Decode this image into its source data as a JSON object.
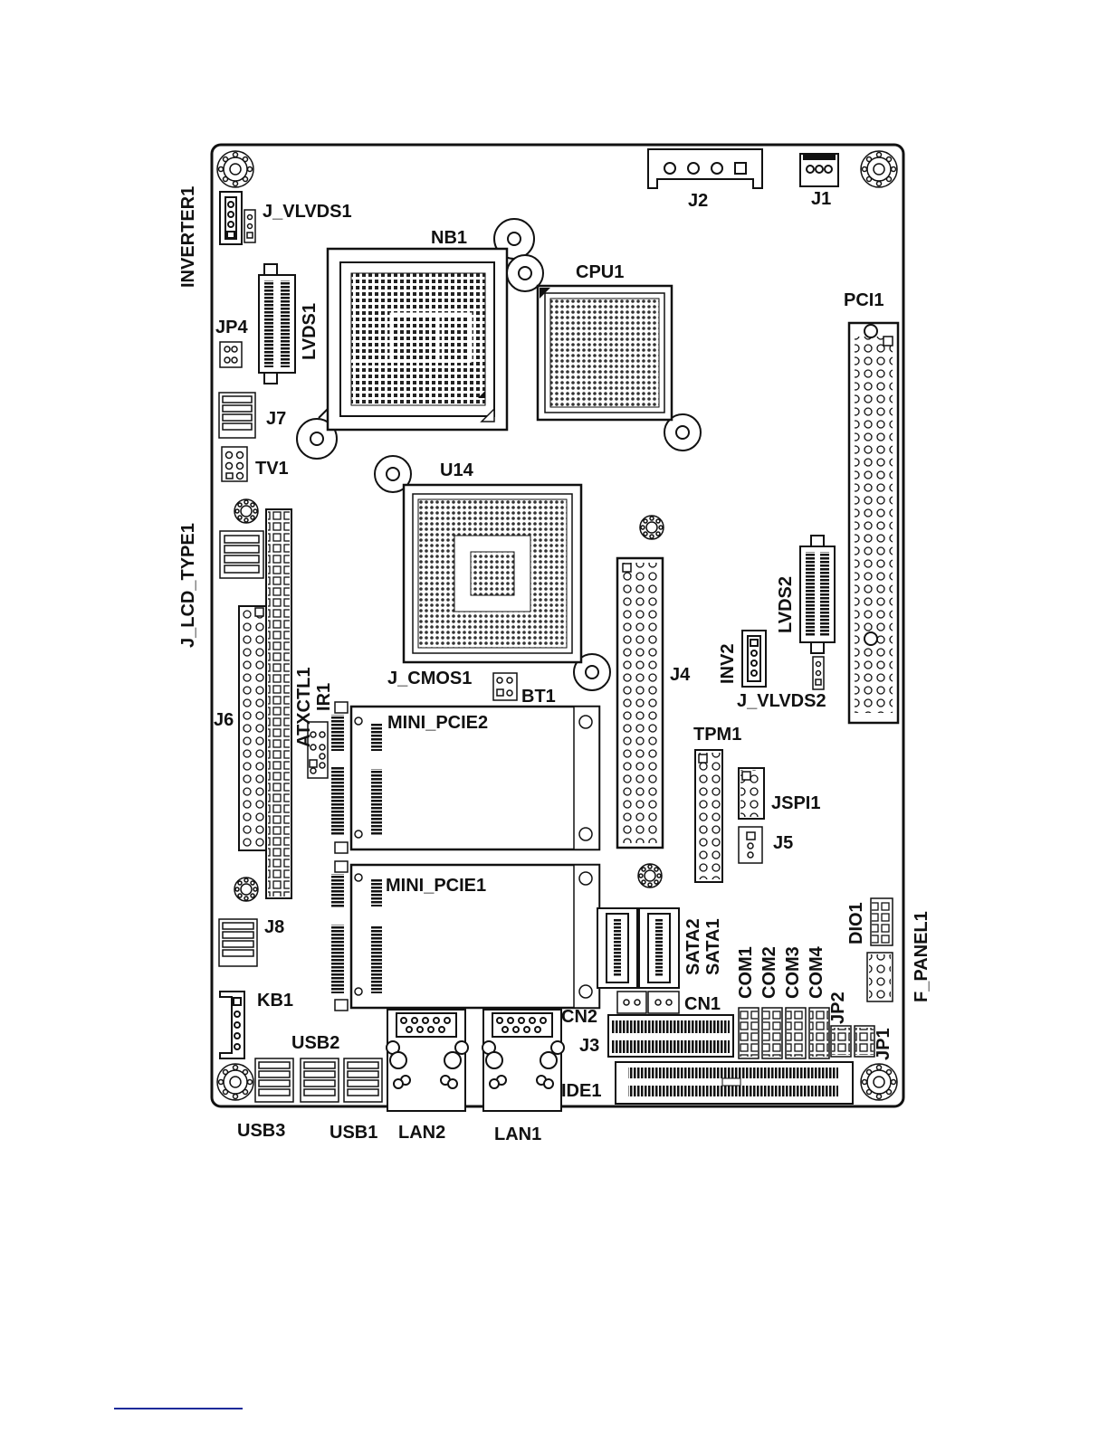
{
  "board": {
    "labels": {
      "inverter1": "INVERTER1",
      "j_vlvds1": "J_VLVDS1",
      "j2": "J2",
      "j1": "J1",
      "nb1": "NB1",
      "cpu1": "CPU1",
      "pci1": "PCI1",
      "jp4": "JP4",
      "lvds1": "LVDS1",
      "j7": "J7",
      "tv1": "TV1",
      "u14": "U14",
      "j_lcd_type1": "J_LCD_TYPE1",
      "lvds2": "LVDS2",
      "inv2": "INV2",
      "j4": "J4",
      "j_vlvds2": "J_VLVDS2",
      "atxctl1": "ATXCTL1",
      "ir1": "IR1",
      "j_cmos1": "J_CMOS1",
      "bt1": "BT1",
      "j6": "J6",
      "mini_pcie2": "MINI_PCIE2",
      "tpm1": "TPM1",
      "jspi1": "JSPI1",
      "j5": "J5",
      "mini_pcie1": "MINI_PCIE1",
      "j8": "J8",
      "sata2": "SATA2",
      "sata1": "SATA1",
      "com1": "COM1",
      "com2": "COM2",
      "com3": "COM3",
      "com4": "COM4",
      "dio1": "DIO1",
      "f_panel1": "F_PANEL1",
      "jp2": "JP2",
      "jp1": "JP1",
      "kb1": "KB1",
      "cn1": "CN1",
      "cn2": "CN2",
      "j3": "J3",
      "usb2": "USB2",
      "ide1": "IDE1",
      "usb3": "USB3",
      "usb1": "USB1",
      "lan2": "LAN2",
      "lan1": "LAN1"
    }
  }
}
